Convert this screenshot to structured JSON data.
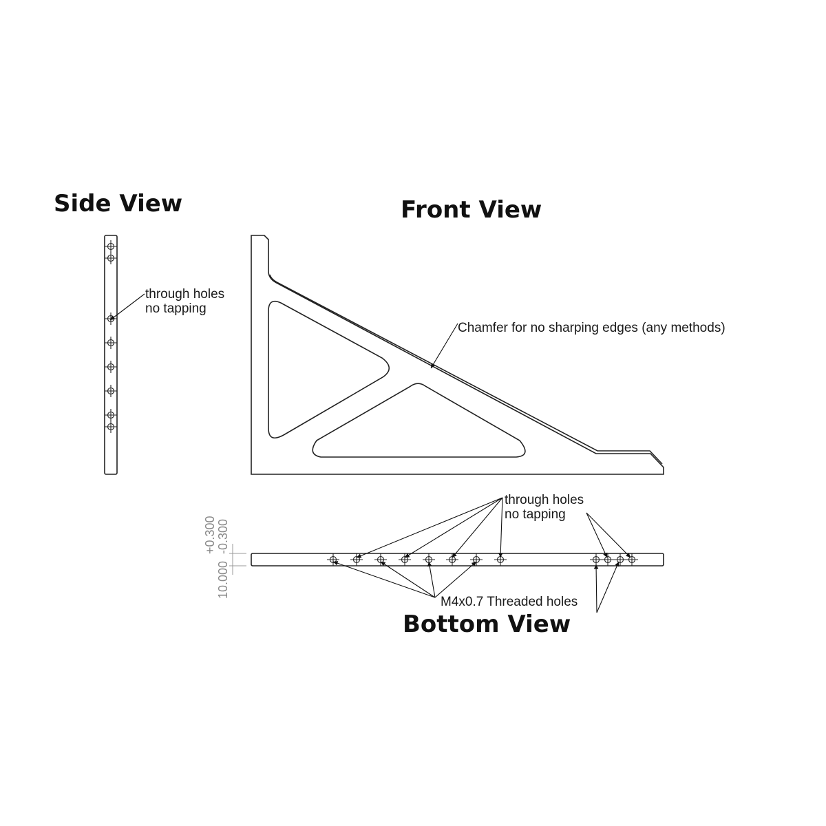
{
  "titles": {
    "side_view": "Side View",
    "front_view": "Front View",
    "bottom_view": "Bottom View"
  },
  "notes": {
    "side_through_line1": "through holes",
    "side_through_line2": "no tapping",
    "chamfer": "Chamfer for no sharping edges (any methods)",
    "bottom_through_line1": "through holes",
    "bottom_through_line2": "no tapping",
    "threaded": "M4x0.7 Threaded holes"
  },
  "dimension": {
    "nominal": "10.000",
    "upper_tol": "+0.300",
    "lower_tol": "-0.300"
  }
}
